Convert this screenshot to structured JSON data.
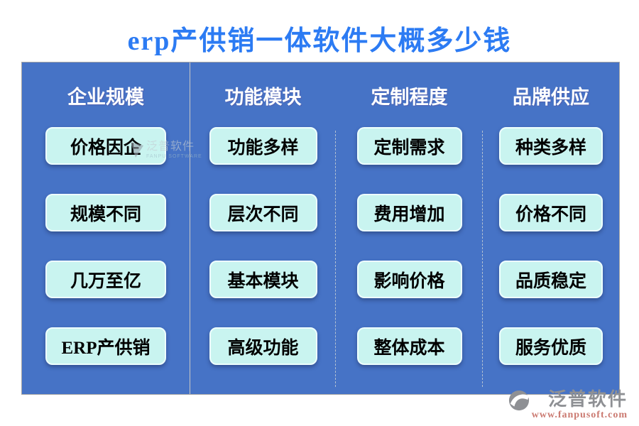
{
  "title": "erp产供销一体软件大概多少钱",
  "colors": {
    "title_blue": "#2c7bf3",
    "panel_blue": "#4673c6",
    "chip_cyan": "#c9f4f0",
    "chip_text": "#000000",
    "header_text": "#ffffff",
    "logo_grey": "#8e9094",
    "url_salmon": "#cb7a71"
  },
  "columns": [
    {
      "header": "企业规模",
      "items": [
        "价格因企",
        "规模不同",
        "几万至亿",
        "ERP产供销"
      ]
    },
    {
      "header": "功能模块",
      "items": [
        "功能多样",
        "层次不同",
        "基本模块",
        "高级功能"
      ]
    },
    {
      "header": "定制程度",
      "items": [
        "定制需求",
        "费用增加",
        "影响价格",
        "整体成本"
      ]
    },
    {
      "header": "品牌供应",
      "items": [
        "种类多样",
        "价格不同",
        "品质稳定",
        "服务优质"
      ]
    }
  ],
  "watermark": {
    "name": "泛普软件",
    "subtitle": "FANPU SOFTWARE"
  },
  "footer_logo": {
    "name": "泛普软件",
    "url": "www.fanpusoft.com"
  }
}
